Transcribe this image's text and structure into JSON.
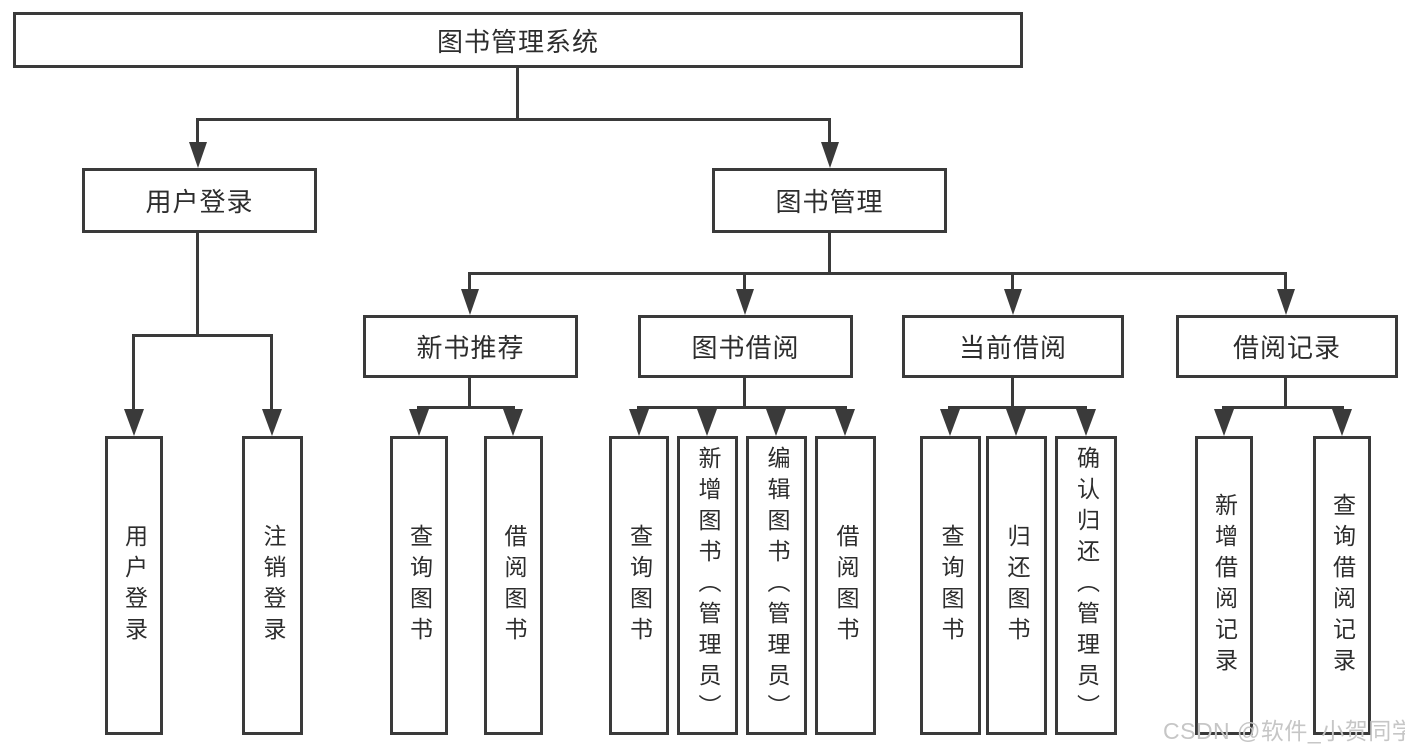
{
  "tree": {
    "root": {
      "label": "图书管理系统"
    },
    "branches": [
      {
        "label": "用户登录",
        "children": [
          {
            "label": "用户登录"
          },
          {
            "label": "注销登录"
          }
        ]
      },
      {
        "label": "图书管理",
        "children": [
          {
            "label": "新书推荐",
            "children": [
              {
                "label": "查询图书"
              },
              {
                "label": "借阅图书"
              }
            ]
          },
          {
            "label": "图书借阅",
            "children": [
              {
                "label": "查询图书"
              },
              {
                "label": "新增图书（管理员）"
              },
              {
                "label": "编辑图书（管理员）"
              },
              {
                "label": "借阅图书"
              }
            ]
          },
          {
            "label": "当前借阅",
            "children": [
              {
                "label": "查询图书"
              },
              {
                "label": "归还图书"
              },
              {
                "label": "确认归还（管理员）"
              }
            ]
          },
          {
            "label": "借阅记录",
            "children": [
              {
                "label": "新增借阅记录"
              },
              {
                "label": "查询借阅记录"
              }
            ]
          }
        ]
      }
    ]
  },
  "watermark": "CSDN @软件_小贺同学",
  "colors": {
    "line": "#3a3a3a",
    "text": "#2d2d2d",
    "watermark": "#c6c6c6",
    "background": "#ffffff"
  }
}
